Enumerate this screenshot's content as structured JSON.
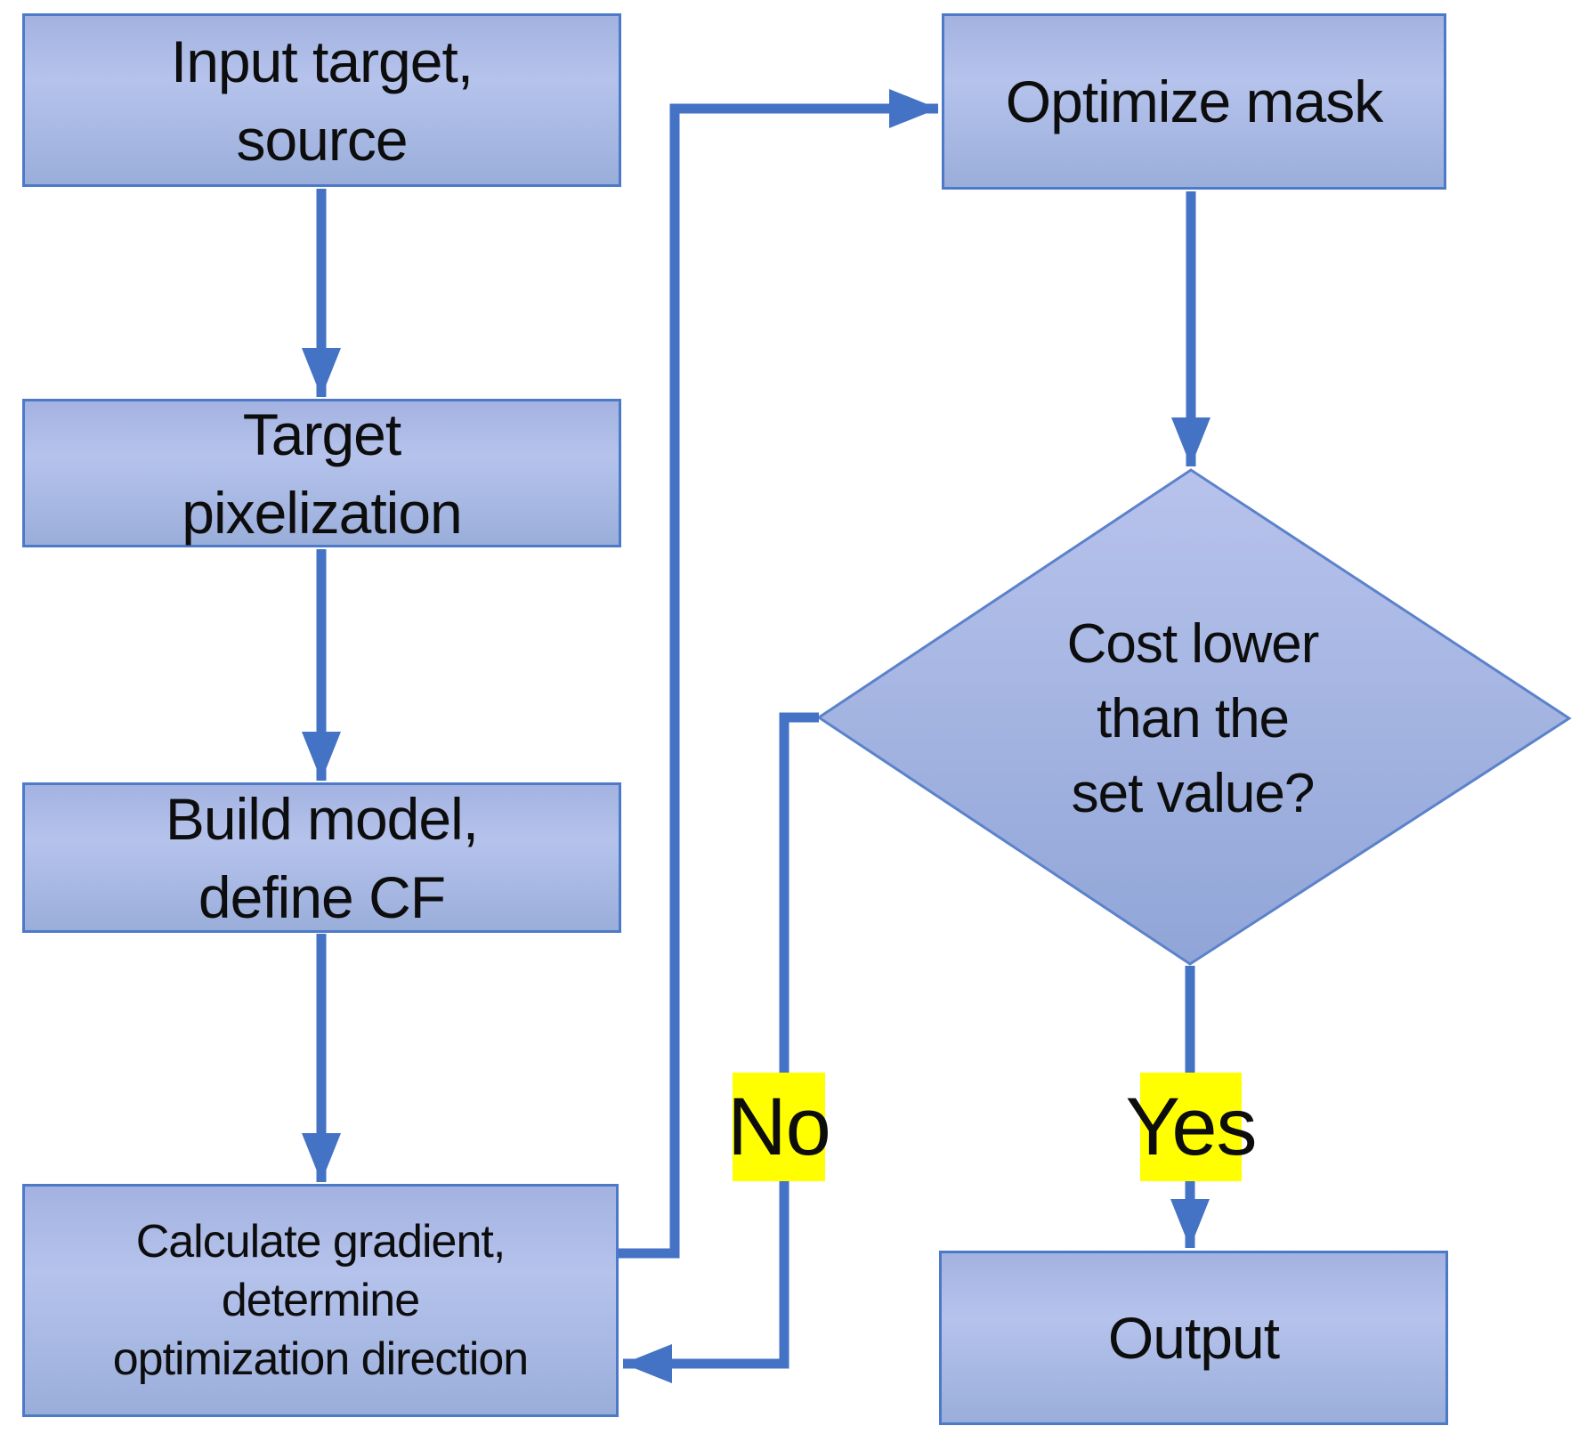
{
  "diagram": {
    "type": "flowchart",
    "nodes": {
      "input": "Input target,\nsource",
      "pixelization": "Target\npixelization",
      "build_model": "Build model,\ndefine CF",
      "calc_gradient": "Calculate gradient,\ndetermine\noptimization direction",
      "optimize_mask": "Optimize mask",
      "decision": "Cost lower\nthan the\nset value?",
      "output": "Output"
    },
    "edge_labels": {
      "no": "No",
      "yes": "Yes"
    },
    "edges": [
      {
        "from": "input",
        "to": "pixelization"
      },
      {
        "from": "pixelization",
        "to": "build_model"
      },
      {
        "from": "build_model",
        "to": "calc_gradient"
      },
      {
        "from": "calc_gradient",
        "to": "optimize_mask"
      },
      {
        "from": "optimize_mask",
        "to": "decision"
      },
      {
        "from": "decision",
        "to": "calc_gradient",
        "label": "No"
      },
      {
        "from": "decision",
        "to": "output",
        "label": "Yes"
      }
    ],
    "colors": {
      "connector": "#4472c4",
      "node_border": "#4d79c9",
      "node_fill_light": "#b5c3ec",
      "node_fill_dark": "#9aaeda",
      "label_highlight": "#ffff00",
      "text": "#0d0d0d",
      "background": "#ffffff"
    }
  }
}
